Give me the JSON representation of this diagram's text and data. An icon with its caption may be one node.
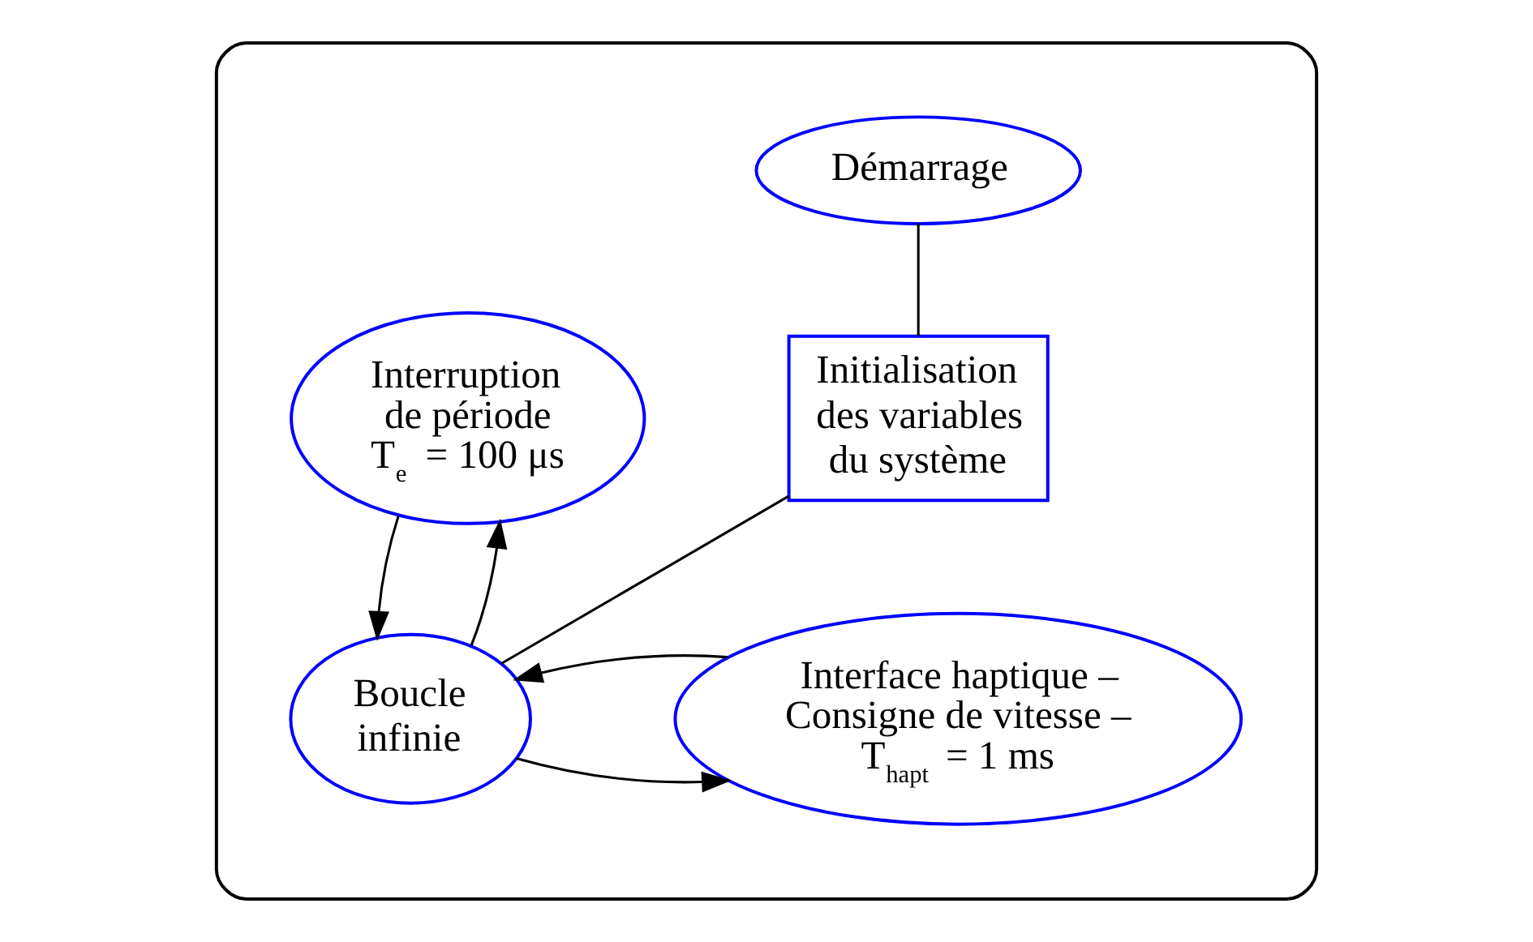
{
  "diagram": {
    "nodes": [
      {
        "text": [],
        "shape": "box"
      },
      {
        "text": [
          "Démarrage"
        ],
        "in": 0
      },
      {
        "text": [
          "Initialisation des variables du système"
        ],
        "in": 0
      },
      {
        "text": [
          "Boucle infinie"
        ],
        "in": 0
      },
      {
        "text": [
          "Interruption de période T$_{e}$ = 100 μs"
        ],
        "in": 0
      },
      {
        "text": [
          "Interface haptique – Consigne de vitesse – T$_{hapt}$ = 1 ms"
        ],
        "in": 0
      }
    ],
    "edges": [
      {
        "from": 1,
        "to": 2,
        "arrow": "none"
      },
      {
        "from": 2,
        "to": 3,
        "arrow": "none"
      },
      {
        "from": 3,
        "to": 4,
        "arrow": "to"
      },
      {
        "from": 4,
        "to": 3,
        "arrow": "to"
      },
      {
        "from": 3,
        "to": 5,
        "arrow": "to"
      },
      {
        "from": 5,
        "to": 3,
        "arrow": "to"
      }
    ]
  }
}
